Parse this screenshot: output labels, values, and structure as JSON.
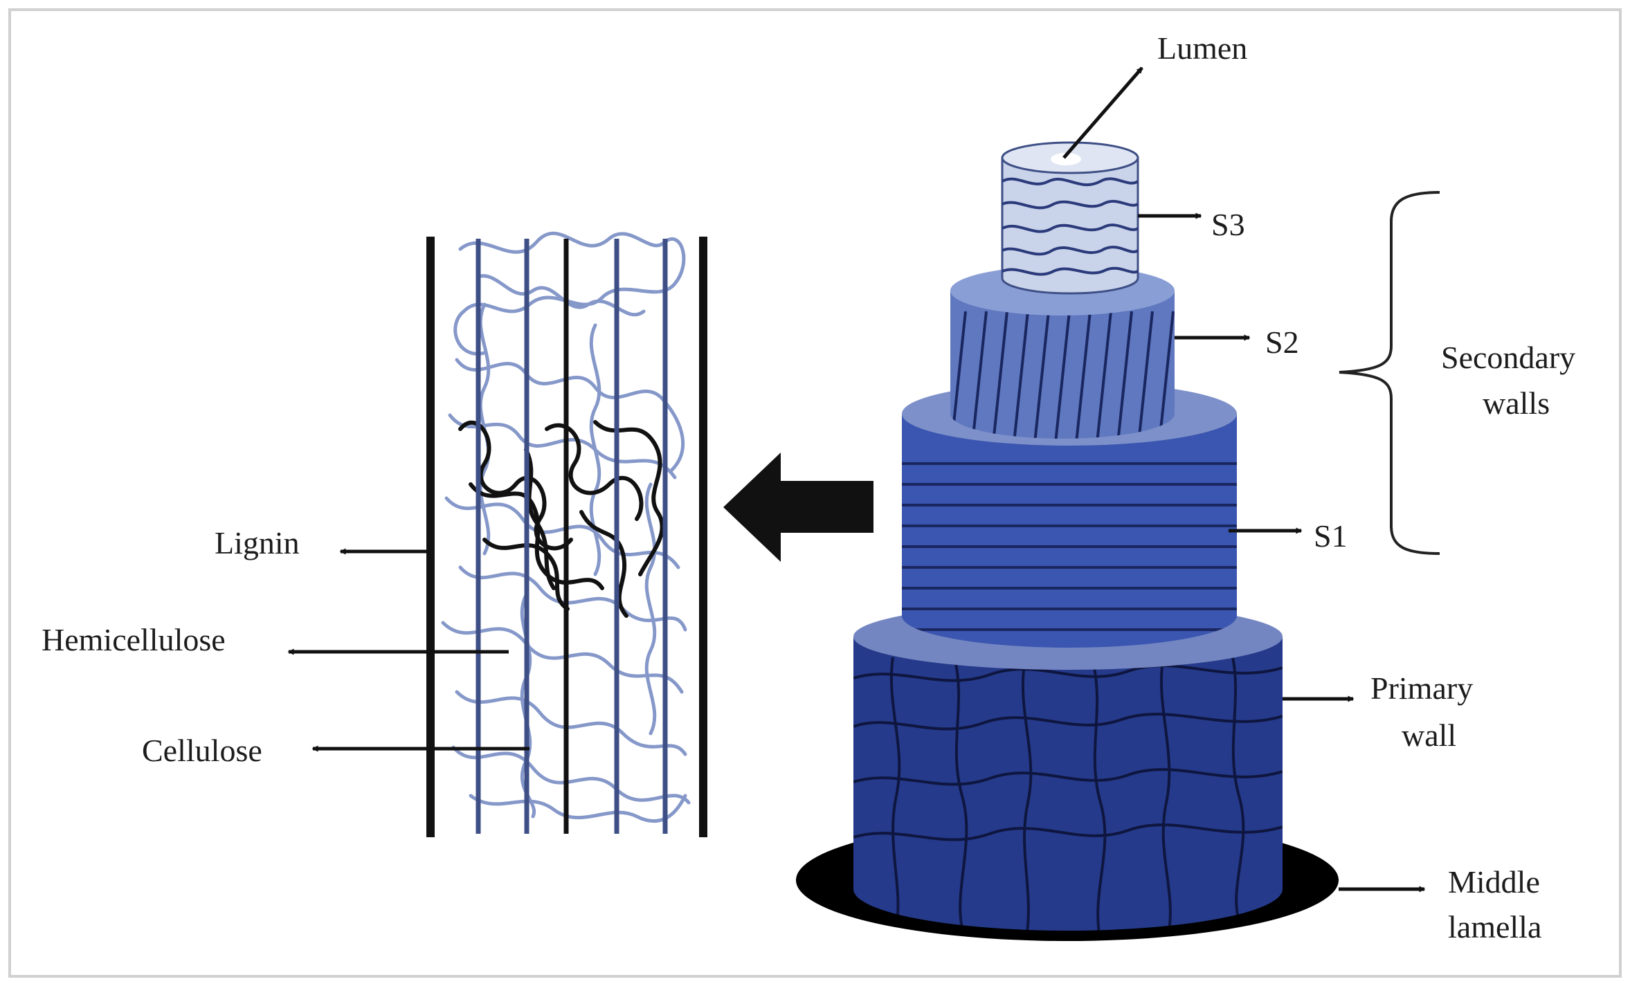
{
  "labels": {
    "lumen": "Lumen",
    "s3": "S3",
    "s2": "S2",
    "s1": "S1",
    "secondary_line1": "Secondary",
    "secondary_line2": "walls",
    "primary_line1": "Primary",
    "primary_line2": "wall",
    "middle_line1": "Middle",
    "middle_line2": "lamella",
    "lignin": "Lignin",
    "hemicellulose": "Hemicellulose",
    "cellulose": "Cellulose"
  },
  "colors": {
    "s3_body": "#c9d3ea",
    "s2_body": "#5f78bf",
    "s2_top": "#8a9ed6",
    "s1_body": "#3a56b0",
    "s1_top": "#7d90c9",
    "primary_body": "#253a8a",
    "primary_top": "#7486c2",
    "middle_lamella": "#000000",
    "fiber_curve": "#8598c9",
    "lignin_curve": "#111111",
    "border": "#d0d0d0"
  }
}
